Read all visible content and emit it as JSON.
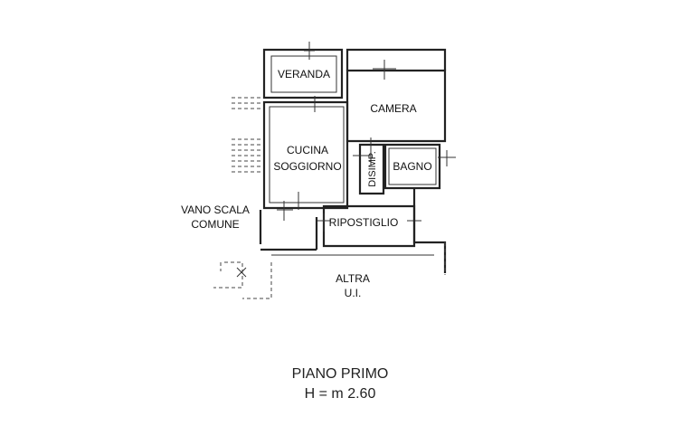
{
  "rooms": {
    "veranda": "VERANDA",
    "camera": "CAMERA",
    "cucina_line1": "CUCINA",
    "cucina_line2": "SOGGIORNO",
    "disimp": "DISIMP.",
    "bagno": "BAGNO",
    "ripostiglio": "RIPOSTIGLIO",
    "vano_line1": "VANO SCALA",
    "vano_line2": "COMUNE",
    "altra_line1": "ALTRA",
    "altra_line2": "U.I."
  },
  "footer": {
    "floor": "PIANO PRIMO",
    "height": "H = m 2.60"
  }
}
